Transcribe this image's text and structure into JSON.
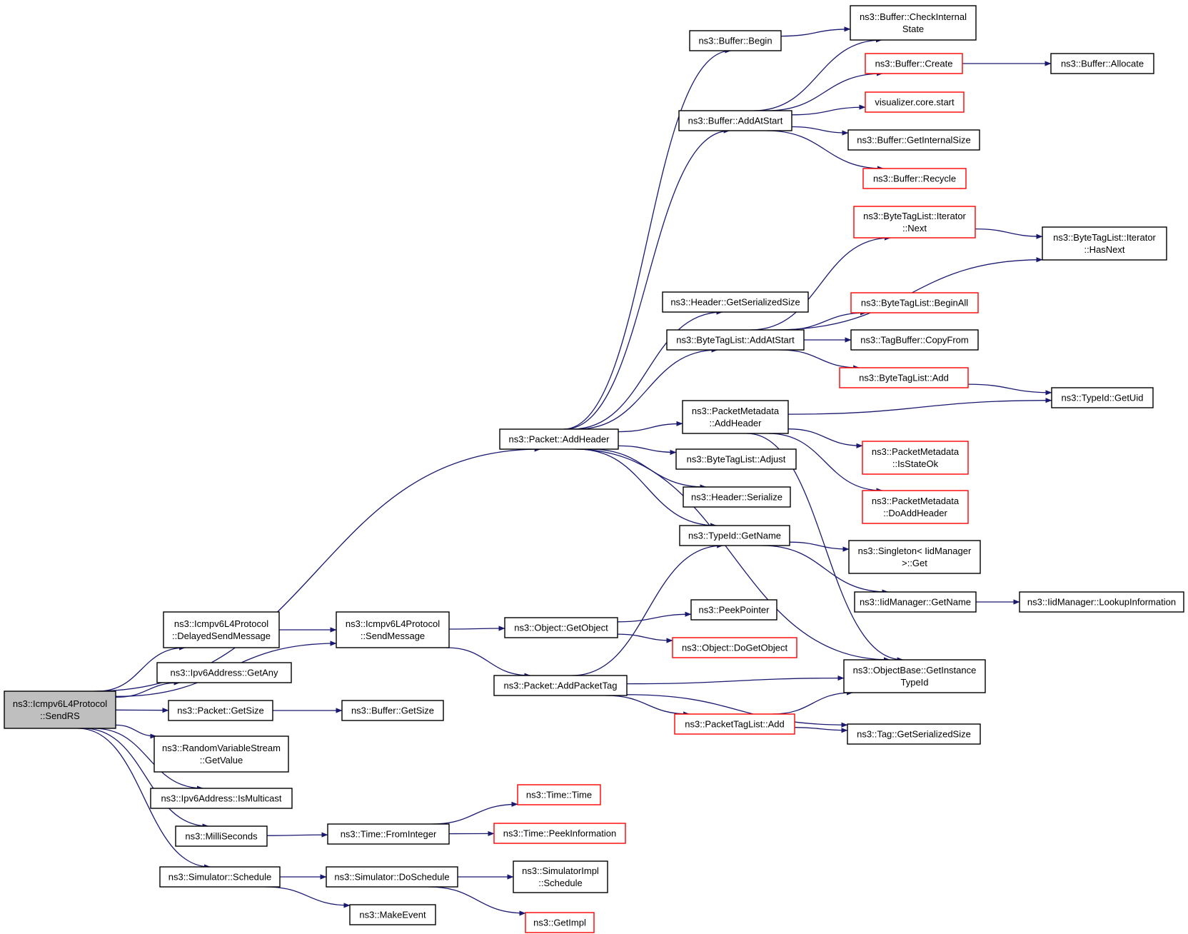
{
  "colors": {
    "edge": "#191970",
    "border_default": "#000000",
    "border_red": "#ff0000",
    "fill_default": "#ffffff",
    "fill_root": "#bfbfbf"
  },
  "nodes": [
    {
      "id": "root",
      "lines": [
        "ns3::Icmpv6L4Protocol",
        "::SendRS"
      ],
      "style": "root"
    },
    {
      "id": "addheader",
      "lines": [
        "ns3::Packet::AddHeader"
      ],
      "style": "normal"
    },
    {
      "id": "delayedsend",
      "lines": [
        "ns3::Icmpv6L4Protocol",
        "::DelayedSendMessage"
      ],
      "style": "normal"
    },
    {
      "id": "sendmessage",
      "lines": [
        "ns3::Icmpv6L4Protocol",
        "::SendMessage"
      ],
      "style": "normal"
    },
    {
      "id": "getany",
      "lines": [
        "ns3::Ipv6Address::GetAny"
      ],
      "style": "normal"
    },
    {
      "id": "pktgetsize",
      "lines": [
        "ns3::Packet::GetSize"
      ],
      "style": "normal"
    },
    {
      "id": "bufgetsize",
      "lines": [
        "ns3::Buffer::GetSize"
      ],
      "style": "normal"
    },
    {
      "id": "rvsgetvalue",
      "lines": [
        "ns3::RandomVariableStream",
        "::GetValue"
      ],
      "style": "normal"
    },
    {
      "id": "ismulticast",
      "lines": [
        "ns3::Ipv6Address::IsMulticast"
      ],
      "style": "normal"
    },
    {
      "id": "milliseconds",
      "lines": [
        "ns3::MilliSeconds"
      ],
      "style": "normal"
    },
    {
      "id": "frominteger",
      "lines": [
        "ns3::Time::FromInteger"
      ],
      "style": "normal"
    },
    {
      "id": "timetime",
      "lines": [
        "ns3::Time::Time"
      ],
      "style": "red"
    },
    {
      "id": "peekinformation",
      "lines": [
        "ns3::Time::PeekInformation"
      ],
      "style": "red"
    },
    {
      "id": "simschedule",
      "lines": [
        "ns3::Simulator::Schedule"
      ],
      "style": "normal"
    },
    {
      "id": "doschedule",
      "lines": [
        "ns3::Simulator::DoSchedule"
      ],
      "style": "normal"
    },
    {
      "id": "simimplschedule",
      "lines": [
        "ns3::SimulatorImpl",
        "::Schedule"
      ],
      "style": "normal"
    },
    {
      "id": "getimpl",
      "lines": [
        "ns3::GetImpl"
      ],
      "style": "red"
    },
    {
      "id": "makeevent",
      "lines": [
        "ns3::MakeEvent"
      ],
      "style": "normal"
    },
    {
      "id": "objgetobject",
      "lines": [
        "ns3::Object::GetObject"
      ],
      "style": "normal"
    },
    {
      "id": "peekpointer",
      "lines": [
        "ns3::PeekPointer"
      ],
      "style": "normal"
    },
    {
      "id": "dogetobject",
      "lines": [
        "ns3::Object::DoGetObject"
      ],
      "style": "red"
    },
    {
      "id": "addpackettag",
      "lines": [
        "ns3::Packet::AddPacketTag"
      ],
      "style": "normal"
    },
    {
      "id": "getinstancetypeid",
      "lines": [
        "ns3::ObjectBase::GetInstance",
        "TypeId"
      ],
      "style": "normal"
    },
    {
      "id": "pkttaglistadd",
      "lines": [
        "ns3::PacketTagList::Add"
      ],
      "style": "red"
    },
    {
      "id": "taggetserializedsize",
      "lines": [
        "ns3::Tag::GetSerializedSize"
      ],
      "style": "normal"
    },
    {
      "id": "bufbegin",
      "lines": [
        "ns3::Buffer::Begin"
      ],
      "style": "normal"
    },
    {
      "id": "checkinternal",
      "lines": [
        "ns3::Buffer::CheckInternal",
        "State"
      ],
      "style": "normal"
    },
    {
      "id": "bufaddatstart",
      "lines": [
        "ns3::Buffer::AddAtStart"
      ],
      "style": "normal"
    },
    {
      "id": "bufcreate",
      "lines": [
        "ns3::Buffer::Create"
      ],
      "style": "red"
    },
    {
      "id": "bufallocate",
      "lines": [
        "ns3::Buffer::Allocate"
      ],
      "style": "normal"
    },
    {
      "id": "vizstart",
      "lines": [
        "visualizer.core.start"
      ],
      "style": "red"
    },
    {
      "id": "bufgetinternalsize",
      "lines": [
        "ns3::Buffer::GetInternalSize"
      ],
      "style": "normal"
    },
    {
      "id": "bufrecycle",
      "lines": [
        "ns3::Buffer::Recycle"
      ],
      "style": "red"
    },
    {
      "id": "hdrgetserializedsize",
      "lines": [
        "ns3::Header::GetSerializedSize"
      ],
      "style": "normal"
    },
    {
      "id": "btladdatstart",
      "lines": [
        "ns3::ByteTagList::AddAtStart"
      ],
      "style": "normal"
    },
    {
      "id": "btliternext",
      "lines": [
        "ns3::ByteTagList::Iterator",
        "::Next"
      ],
      "style": "red"
    },
    {
      "id": "btlhasnext",
      "lines": [
        "ns3::ByteTagList::Iterator",
        "::HasNext"
      ],
      "style": "normal"
    },
    {
      "id": "btlbeginall",
      "lines": [
        "ns3::ByteTagList::BeginAll"
      ],
      "style": "red"
    },
    {
      "id": "tagbufcopyfrom",
      "lines": [
        "ns3::TagBuffer::CopyFrom"
      ],
      "style": "normal"
    },
    {
      "id": "btladd",
      "lines": [
        "ns3::ByteTagList::Add"
      ],
      "style": "red"
    },
    {
      "id": "typeidgetuid",
      "lines": [
        "ns3::TypeId::GetUid"
      ],
      "style": "normal"
    },
    {
      "id": "pmaddheader",
      "lines": [
        "ns3::PacketMetadata",
        "::AddHeader"
      ],
      "style": "normal"
    },
    {
      "id": "pmisstateok",
      "lines": [
        "ns3::PacketMetadata",
        "::IsStateOk"
      ],
      "style": "red"
    },
    {
      "id": "pmdoaddheader",
      "lines": [
        "ns3::PacketMetadata",
        "::DoAddHeader"
      ],
      "style": "red"
    },
    {
      "id": "btladjust",
      "lines": [
        "ns3::ByteTagList::Adjust"
      ],
      "style": "normal"
    },
    {
      "id": "hdrserialize",
      "lines": [
        "ns3::Header::Serialize"
      ],
      "style": "normal"
    },
    {
      "id": "typeidgetname",
      "lines": [
        "ns3::TypeId::GetName"
      ],
      "style": "normal"
    },
    {
      "id": "singletonget",
      "lines": [
        "ns3::Singleton< IidManager",
        ">::Get"
      ],
      "style": "normal"
    },
    {
      "id": "iidgetname",
      "lines": [
        "ns3::IidManager::GetName"
      ],
      "style": "normal"
    },
    {
      "id": "iidlookup",
      "lines": [
        "ns3::IidManager::LookupInformation"
      ],
      "style": "normal"
    }
  ],
  "edges": [
    [
      "root",
      "addheader"
    ],
    [
      "root",
      "sendmessage"
    ],
    [
      "root",
      "delayedsend"
    ],
    [
      "root",
      "getany"
    ],
    [
      "root",
      "pktgetsize"
    ],
    [
      "root",
      "rvsgetvalue"
    ],
    [
      "root",
      "ismulticast"
    ],
    [
      "root",
      "milliseconds"
    ],
    [
      "root",
      "simschedule"
    ],
    [
      "delayedsend",
      "sendmessage"
    ],
    [
      "sendmessage",
      "objgetobject"
    ],
    [
      "sendmessage",
      "addpackettag"
    ],
    [
      "pktgetsize",
      "bufgetsize"
    ],
    [
      "milliseconds",
      "frominteger"
    ],
    [
      "frominteger",
      "timetime"
    ],
    [
      "frominteger",
      "peekinformation"
    ],
    [
      "simschedule",
      "doschedule"
    ],
    [
      "simschedule",
      "makeevent"
    ],
    [
      "doschedule",
      "simimplschedule"
    ],
    [
      "doschedule",
      "getimpl"
    ],
    [
      "objgetobject",
      "peekpointer"
    ],
    [
      "objgetobject",
      "dogetobject"
    ],
    [
      "addpackettag",
      "typeidgetname"
    ],
    [
      "addpackettag",
      "getinstancetypeid"
    ],
    [
      "addpackettag",
      "pkttaglistadd"
    ],
    [
      "addpackettag",
      "taggetserializedsize"
    ],
    [
      "pkttaglistadd",
      "getinstancetypeid"
    ],
    [
      "pkttaglistadd",
      "taggetserializedsize"
    ],
    [
      "addheader",
      "bufbegin"
    ],
    [
      "addheader",
      "bufaddatstart"
    ],
    [
      "addheader",
      "hdrgetserializedsize"
    ],
    [
      "addheader",
      "btladdatstart"
    ],
    [
      "addheader",
      "pmaddheader"
    ],
    [
      "addheader",
      "btladjust"
    ],
    [
      "addheader",
      "hdrserialize"
    ],
    [
      "addheader",
      "typeidgetname"
    ],
    [
      "addheader",
      "getinstancetypeid"
    ],
    [
      "bufbegin",
      "checkinternal"
    ],
    [
      "bufaddatstart",
      "checkinternal"
    ],
    [
      "bufaddatstart",
      "bufcreate"
    ],
    [
      "bufaddatstart",
      "vizstart"
    ],
    [
      "bufaddatstart",
      "bufgetinternalsize"
    ],
    [
      "bufaddatstart",
      "bufrecycle"
    ],
    [
      "bufcreate",
      "bufallocate"
    ],
    [
      "btladdatstart",
      "btliternext"
    ],
    [
      "btladdatstart",
      "btlhasnext"
    ],
    [
      "btladdatstart",
      "btlbeginall"
    ],
    [
      "btladdatstart",
      "tagbufcopyfrom"
    ],
    [
      "btladdatstart",
      "btladd"
    ],
    [
      "btliternext",
      "btlhasnext"
    ],
    [
      "btladd",
      "typeidgetuid"
    ],
    [
      "pmaddheader",
      "typeidgetuid"
    ],
    [
      "pmaddheader",
      "pmisstateok"
    ],
    [
      "pmaddheader",
      "pmdoaddheader"
    ],
    [
      "pmaddheader",
      "getinstancetypeid"
    ],
    [
      "typeidgetname",
      "singletonget"
    ],
    [
      "typeidgetname",
      "iidgetname"
    ],
    [
      "iidgetname",
      "iidlookup"
    ]
  ]
}
